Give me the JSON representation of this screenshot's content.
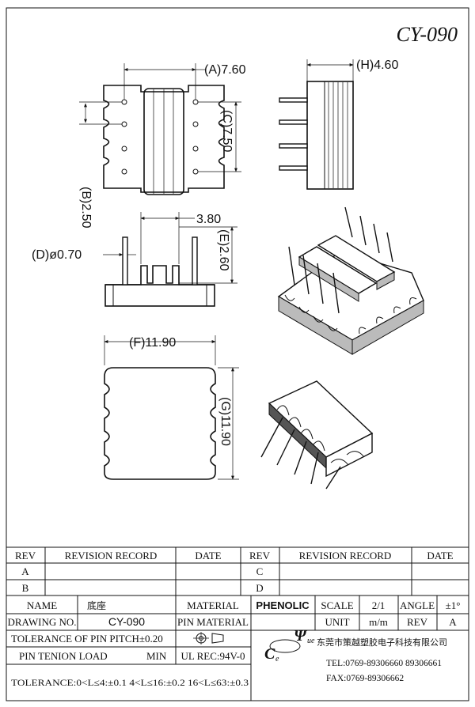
{
  "title": "CY-090",
  "dimensions": {
    "a": "(A)7.60",
    "h": "(H)4.60",
    "b": "(B)2.50",
    "c": "(C)7.50",
    "d": "(D)ø0.70",
    "e": "(E)2.60",
    "pitch": "3.80",
    "f": "(F)11.90",
    "g": "(G)11.90"
  },
  "revision_table": {
    "headers": [
      "REV",
      "REVISION RECORD",
      "DATE",
      "REV",
      "REVISION RECORD",
      "DATE"
    ],
    "rows": [
      [
        "A",
        "C"
      ],
      [
        "B",
        "D"
      ]
    ]
  },
  "title_block": {
    "name_label": "NAME",
    "name_value": "底座",
    "material_label": "MATERIAL",
    "material_value": "PHENOLIC",
    "scale_label": "SCALE",
    "scale_value": "2/1",
    "angle_label": "ANGLE",
    "angle_value": "±1°",
    "drawing_no_label": "DRAWING NO.",
    "drawing_no_value": "CY-090",
    "pin_material_label": "PIN MATERIAL",
    "unit_label": "UNIT",
    "unit_value": "m/m",
    "rev_label": "REV",
    "rev_value": "A",
    "tolerance_pitch": "TOLERANCE OF PIN PITCH±0.20",
    "pin_load_label": "PIN TENION LOAD",
    "pin_load_min": "MIN",
    "ul_rec": "UL REC:94V-0",
    "tolerance_ranges": "TOLERANCE:0<L≤4:±0.1  4<L≤16:±0.2  16<L≤63:±0.3",
    "company": "东莞市策越塑胶电子科技有限公司",
    "tel": "TEL:0769-89306660  89306661",
    "fax": "FAX:0769-89306662"
  }
}
